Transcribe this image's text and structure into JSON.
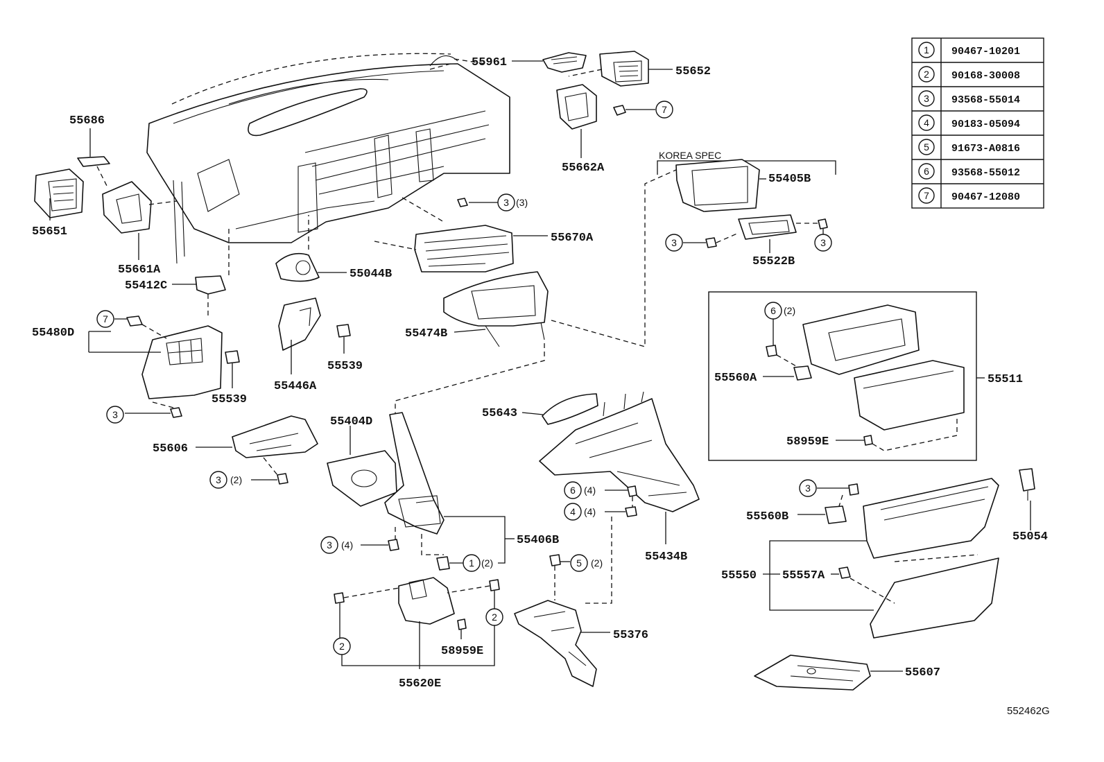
{
  "labels": {
    "p55961": "55961",
    "p55652": "55652",
    "p55686": "55686",
    "p55662A": "55662A",
    "p55651": "55651",
    "p55661A": "55661A",
    "p55412C": "55412C",
    "p55044B": "55044B",
    "p55670A": "55670A",
    "p55480D": "55480D",
    "p55539a": "55539",
    "p55539b": "55539",
    "p55446A": "55446A",
    "p55474B": "55474B",
    "p55405B": "55405B",
    "p55522B": "55522B",
    "korea": "KOREA SPEC",
    "p55511": "55511",
    "p55560A": "55560A",
    "p58959Ea": "58959E",
    "p55643": "55643",
    "p55404D": "55404D",
    "p55606": "55606",
    "p55406B": "55406B",
    "p55434B": "55434B",
    "p55560B": "55560B",
    "p55054": "55054",
    "p55550": "55550",
    "p55557A": "55557A",
    "p55376": "55376",
    "p58959Eb": "58959E",
    "p55620E": "55620E",
    "p55607": "55607",
    "figure_id": "552462G"
  },
  "qty": {
    "q3_3": "(3)",
    "q6_2": "(2)",
    "q3_2": "(2)",
    "q3_4": "(4)",
    "q1_2": "(2)",
    "q6_4": "(4)",
    "q4_4": "(4)",
    "q5_2": "(2)"
  },
  "callouts": {
    "c7a": "7",
    "c3a": "3",
    "c3b": "3",
    "c3c": "3",
    "c7b": "7",
    "c3d": "3",
    "c6a": "6",
    "c3e": "3",
    "c3f": "3",
    "c1a": "1",
    "c6b": "6",
    "c4a": "4",
    "c5a": "5",
    "c3g": "3",
    "c2a": "2",
    "c2b": "2"
  },
  "parts_table": [
    {
      "ref": "1",
      "part": "90467-10201"
    },
    {
      "ref": "2",
      "part": "90168-30008"
    },
    {
      "ref": "3",
      "part": "93568-55014"
    },
    {
      "ref": "4",
      "part": "90183-05094"
    },
    {
      "ref": "5",
      "part": "91673-A0816"
    },
    {
      "ref": "6",
      "part": "93568-55012"
    },
    {
      "ref": "7",
      "part": "90467-12080"
    }
  ]
}
